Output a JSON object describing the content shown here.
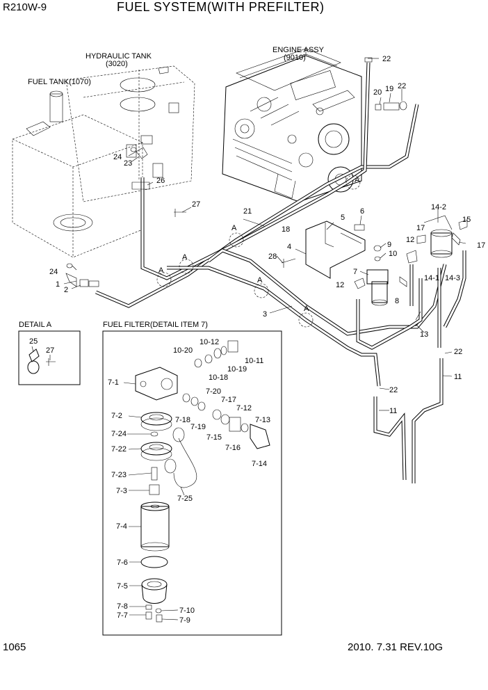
{
  "header": {
    "model": "R210W-9",
    "title": "FUEL SYSTEM(WITH PREFILTER)"
  },
  "footer": {
    "page_number": "1065",
    "revision": "2010. 7.31  REV.10G"
  },
  "captions": {
    "hydraulic_tank": "HYDRAULIC TANK",
    "hydraulic_tank_no": "(3020)",
    "fuel_tank": "FUEL TANK(1070)",
    "engine_assy": "ENGINE ASSY",
    "engine_assy_no": "(9010)",
    "detail_a": "DETAIL  A",
    "fuel_filter": "FUEL FILTER(DETAIL ITEM 7)"
  },
  "main_labels": {
    "l22a": "22",
    "l20": "20",
    "l19": "19",
    "l22b": "22",
    "l24a": "24",
    "l23": "23",
    "l26": "26",
    "l27a": "27",
    "l21": "21",
    "l18": "18",
    "l5": "5",
    "l6": "6",
    "l14_2": "14-2",
    "l15": "15",
    "l17a": "17",
    "l12a": "12",
    "l17b": "17",
    "l9": "9",
    "l10": "10",
    "l4": "4",
    "l28": "28",
    "l7": "7",
    "l14_1": "14-1",
    "l14_3": "14-3",
    "l12b": "12",
    "l8": "8",
    "l24b": "24",
    "l1": "1",
    "l2": "2",
    "l3": "3",
    "l13": "13",
    "l22c": "22",
    "l22d": "22",
    "l11a": "11",
    "l11b": "11",
    "a1": "A",
    "a2": "A",
    "a3": "A",
    "a4": "A",
    "a5": "A",
    "a6": "A"
  },
  "detail_labels": {
    "d25": "25",
    "d27": "27"
  },
  "filter_labels": {
    "f10_12": "10-12",
    "f10_20": "10-20",
    "f10_11": "10-11",
    "f10_19": "10-19",
    "f10_18": "10-18",
    "f7_1": "7-1",
    "f7_20": "7-20",
    "f7_17": "7-17",
    "f7_12": "7-12",
    "f7_2": "7-2",
    "f7_18": "7-18",
    "f7_19": "7-19",
    "f7_13": "7-13",
    "f7_24": "7-24",
    "f7_15": "7-15",
    "f7_22": "7-22",
    "f7_16": "7-16",
    "f7_14": "7-14",
    "f7_23": "7-23",
    "f7_3": "7-3",
    "f7_25": "7-25",
    "f7_4": "7-4",
    "f7_6": "7-6",
    "f7_5": "7-5",
    "f7_8": "7-8",
    "f7_10": "7-10",
    "f7_7": "7-7",
    "f7_9": "7-9"
  }
}
